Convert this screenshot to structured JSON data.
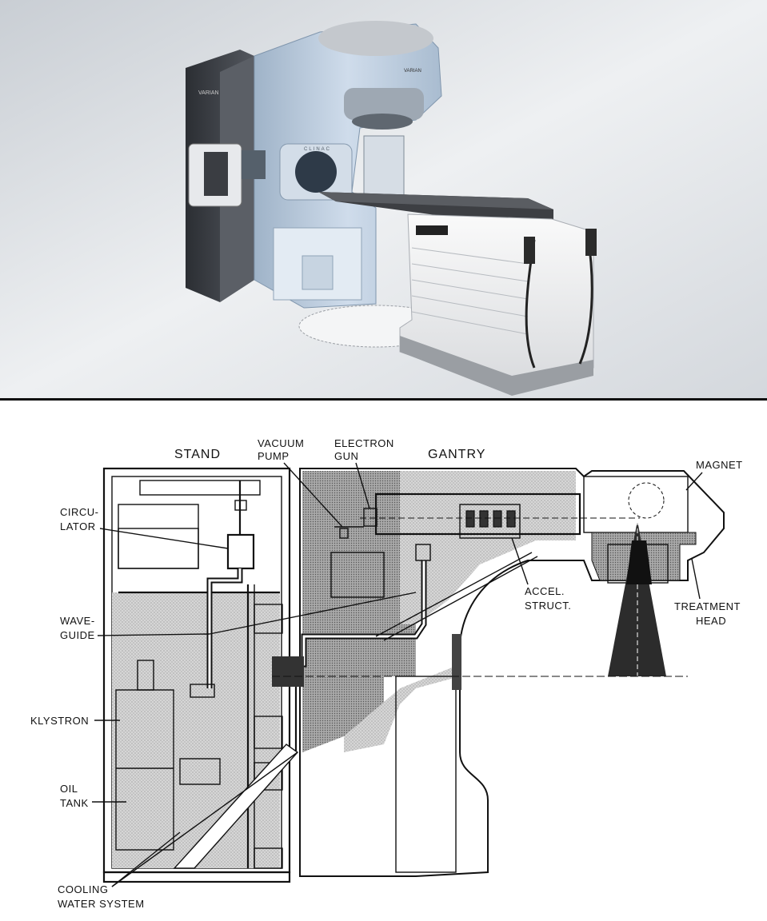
{
  "photo": {
    "brand_side": "VARIAN",
    "brand_head": "VARIAN",
    "gantry_model": "CLINAC"
  },
  "diagram": {
    "section_stand": "STAND",
    "section_gantry": "GANTRY",
    "vacuum_pump": [
      "VACUUM",
      "PUMP"
    ],
    "electron_gun": [
      "ELECTRON",
      "GUN"
    ],
    "magnet": "MAGNET",
    "circulator": [
      "CIRCU-",
      "LATOR"
    ],
    "waveguide": [
      "WAVE-",
      "GUIDE"
    ],
    "accel_struct": [
      "ACCEL.",
      "STRUCT."
    ],
    "treatment_head": [
      "TREATMENT",
      "HEAD"
    ],
    "klystron": "KLYSTRON",
    "oil_tank": [
      "OIL",
      "TANK"
    ],
    "cooling_water": [
      "COOLING",
      "WATER SYSTEM"
    ]
  },
  "colors": {
    "photo_bg": "#d9dde2",
    "gantry_blue": "#b7c9db",
    "stand_dark": "#3a3d42",
    "couch_white": "#f1f2f4",
    "shade_gray": "#cfcfcf"
  }
}
